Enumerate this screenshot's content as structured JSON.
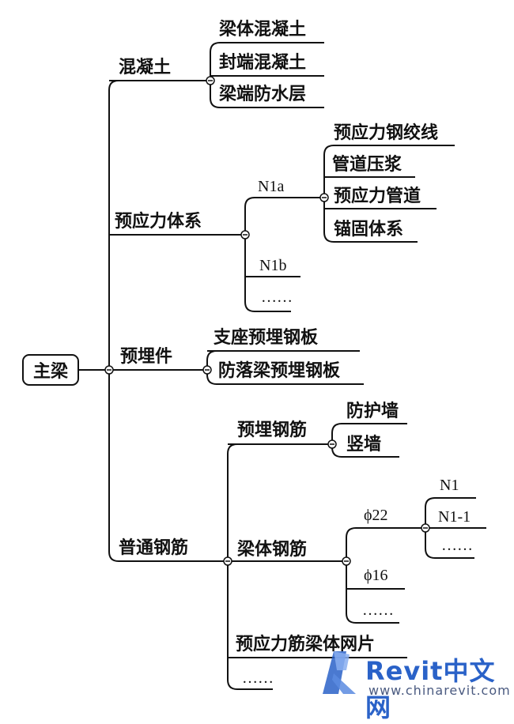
{
  "root": "主梁",
  "branches": {
    "concrete": {
      "label": "混凝土",
      "children": [
        "梁体混凝土",
        "封端混凝土",
        "梁端防水层"
      ]
    },
    "prestress": {
      "label": "预应力体系",
      "n1a": {
        "label": "N1a",
        "children": [
          "预应力钢绞线",
          "管道压浆",
          "预应力管道",
          "锚固体系"
        ]
      },
      "n1b": "N1b",
      "more": "……"
    },
    "embedded": {
      "label": "预埋件",
      "children": [
        "支座预埋钢板",
        "防落梁预埋钢板"
      ]
    },
    "rebar": {
      "label": "普通钢筋",
      "embedded_rebar": {
        "label": "预埋钢筋",
        "children": [
          "防护墙",
          "竖墙"
        ]
      },
      "beam_rebar": {
        "label": "梁体钢筋",
        "phi22": {
          "label": "ϕ22",
          "children": [
            "N1",
            "N1-1",
            "……"
          ]
        },
        "phi16": "ϕ16",
        "more": "……"
      },
      "mesh": "预应力筋梁体网片",
      "more": "……"
    }
  },
  "watermark": {
    "brand": "Revit中文网",
    "url": "www.chinarevit.com",
    "color": "#2a62c8"
  }
}
